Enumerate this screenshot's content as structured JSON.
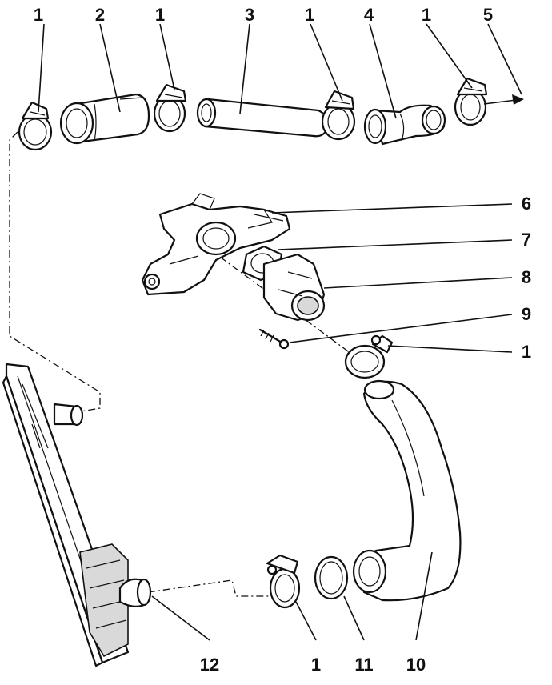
{
  "labels": {
    "clamp_1a": "1",
    "hose_2": "2",
    "clamp_1b": "1",
    "pipe_3": "3",
    "clamp_1c": "1",
    "elbow_4": "4",
    "clamp_1d": "1",
    "arrow_5": "5",
    "manifold_6": "6",
    "gasket_7": "7",
    "flange_8": "8",
    "bolt_9": "9",
    "clamp_1e": "1",
    "hose_10": "10",
    "ring_11": "11",
    "clamp_1f": "1",
    "cooler_12": "12"
  }
}
